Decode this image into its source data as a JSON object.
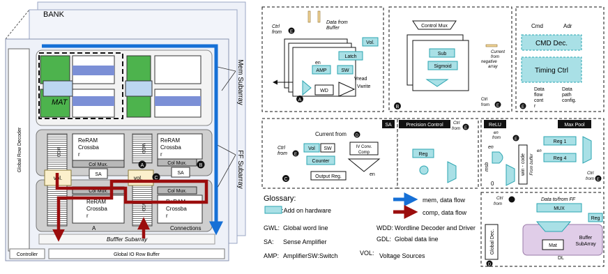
{
  "bank": {
    "title": "BANK",
    "global_row_decoder": "Global Row Decoder",
    "mem_subarray": "Mem Subarray",
    "ff_subarray": "FF Subarray",
    "mat": "MAT",
    "reram_line1": "ReRAM",
    "reram_line2": "Crossba",
    "reram_line3": "r",
    "col_mux": "Col Mux.",
    "sa": "SA",
    "vol": "vol.",
    "wdd": "WDD",
    "a": "A",
    "connections": "Connections",
    "buffer_subarray": "Bufffer Subarray",
    "controller": "Controller",
    "global_io_row_buffer": "Global IO Row Buffer",
    "marker_a": "A",
    "marker_b": "B",
    "marker_c": "C"
  },
  "panel_a": {
    "ctrl_from": [
      "Ctrl",
      "from"
    ],
    "data_from_buffer": [
      "Data from",
      "Buffer"
    ],
    "vol": "Vol.",
    "latch": "Latch",
    "en": "en",
    "amp": "AMP",
    "sw": "SW",
    "wd": "WD",
    "vread": "Vread",
    "vwrite": "Vwrite",
    "marker": "A",
    "ctrl_marker": "E"
  },
  "panel_b": {
    "control_mux": "Control Mux",
    "sub": "Sub",
    "sigmoid": "Sigmoid",
    "current_from_negative": [
      "Current",
      "from",
      "negative",
      "array"
    ],
    "ctrl_from": [
      "Ctrl",
      "from"
    ],
    "marker": "B",
    "ctrl_marker": "E"
  },
  "panel_cmd": {
    "cmd": "Cmd",
    "adr": "Adr",
    "cmd_dec": "CMD Dec.",
    "timing_ctrl": "Timing Ctrl",
    "data_flow_cont": [
      "Data",
      "flow",
      "cont",
      "r"
    ],
    "data_path_config": [
      "Data",
      "path",
      "config."
    ],
    "marker": "E"
  },
  "panel_c": {
    "current_from": "Current from",
    "sa_label": "SA",
    "ctrl_from": [
      "Ctrl",
      "from"
    ],
    "vol": "Vol",
    "sw": "SW",
    "iv_conv": [
      "IV Conv.",
      "Comp"
    ],
    "counter": "Counter",
    "output_reg": "Output Reg.",
    "en": "en",
    "marker": "C",
    "ctrl_marker": "E",
    "current_marker": "D"
  },
  "panel_precision": {
    "title": "Precision Control",
    "ctrl_from": [
      "Ctrl",
      "from"
    ],
    "reg": "Reg",
    "marker": "E"
  },
  "panel_relu": {
    "relu": "ReLU",
    "max_pool": "Max Pool",
    "en_from": [
      "en",
      "from"
    ],
    "en": "en",
    "msb": "msb",
    "zero": "0",
    "win_code": "win - code",
    "from_buffer": "From buffer",
    "reg1": "Reg 1",
    "reg4": "Reg 4",
    "en2": "en",
    "ctrl_from": [
      "Ctrl",
      "from"
    ],
    "marker": "E",
    "ctrl_marker": "E"
  },
  "panel_d": {
    "ctrl_from": [
      "Ctrl",
      "from"
    ],
    "data_to_from_ff": "Data to/from FF",
    "mux": "MUX",
    "reg": "Reg",
    "global_dec": "Global Dec.",
    "mat": "Mat",
    "buffer_subarray": [
      "Buffer",
      "SubArray"
    ],
    "dl": "DL",
    "marker": "D"
  },
  "legend": {
    "glossary": "Glossary:",
    "add_on_hardware": ":Add on hardware",
    "mem_data_flow": "mem, data flow",
    "comp_data_flow": "comp, data flow",
    "gwl_key": "GWL:",
    "gwl_val": "Global word line",
    "wdd_key": "WDD:",
    "wdd_val": "Wordline Decoder and Driver",
    "sa_key": "SA:",
    "sa_val": "Sense Amplifier",
    "gdl_key": "GDL:",
    "gdl_val": "Global data line",
    "amp_key": "AMP:",
    "amp_val": "AmplifierSW:Switch",
    "vol_key": "VOL:",
    "vol_val": "Voltage Sources"
  },
  "colors": {
    "addon_fill": "#a9e0e6",
    "addon_stroke": "#2aa4b0",
    "mem_flow": "#1670d6",
    "comp_flow": "#9b0d0d",
    "reram_gray": "#8d8d8d",
    "green": "#4db34d",
    "purple": "#e0cde8"
  }
}
